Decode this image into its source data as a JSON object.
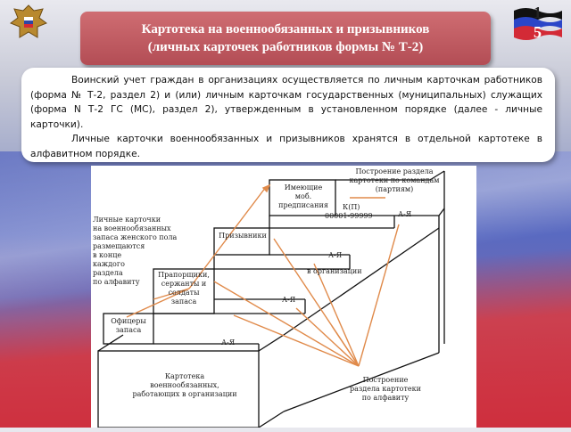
{
  "header": {
    "title_line1": "Картотека на военнообязанных и призывников",
    "title_line2": "(личных карточек работников формы № Т-2)",
    "page_number_top": "1",
    "page_number_bottom": "5"
  },
  "body_text": {
    "paragraph1": "Воинский учет граждан в организациях осуществляется по личным карточкам работников (форма № Т-2, раздел 2) и (или) личным карточкам государственных (муниципальных) служащих (форма N Т-2 ГС (МС), раздел 2), утвержденным в установленном порядке (далее - личные карточки).",
    "paragraph2": "Личные карточки военнообязанных и призывников хранятся в отдельной картотеке в алфавитном порядке."
  },
  "diagram": {
    "bottom_box_line1": "Картотека",
    "bottom_box_line2": "военнообязанных,",
    "bottom_box_line3": "работающих в организации",
    "step_officers_line1": "Офицеры",
    "step_officers_line2": "запаса",
    "step_ensigns_line1": "Прапорщики,",
    "step_ensigns_line2": "сержанты и",
    "step_ensigns_line3": "солдаты",
    "step_ensigns_line4": "запаса",
    "step_conscripts": "Призывники",
    "step_mob_line1": "Имеющие",
    "step_mob_line2": "моб.",
    "step_mob_line3": "предписания",
    "range_a_ya_1": "А-Я",
    "range_a_ya_2": "А-Я",
    "range_a_ya_3": "А-Я",
    "range_a_ya_4": "А-Я",
    "range_k_p": "К(П)",
    "range_numbers": "00001-99999",
    "in_organization": "в организации",
    "build_commands_line1": "Построение раздела",
    "build_commands_line2": "картотеки по командам",
    "build_commands_line3": "(партиям)",
    "women_line1": "Личные карточки",
    "women_line2": "на военнообязанных",
    "women_line3": "запаса женского пола",
    "women_line4": "размещаются",
    "women_line5": "в конце",
    "women_line6": "каждого",
    "women_line7": "раздела",
    "women_line8": "по алфавиту",
    "build_alpha_line1": "Построение",
    "build_alpha_line2": "раздела картотеки",
    "build_alpha_line3": "по алфавиту"
  },
  "colors": {
    "title_bg": "#c05a62",
    "arrow": "#e08a4a",
    "outline": "#111111"
  }
}
